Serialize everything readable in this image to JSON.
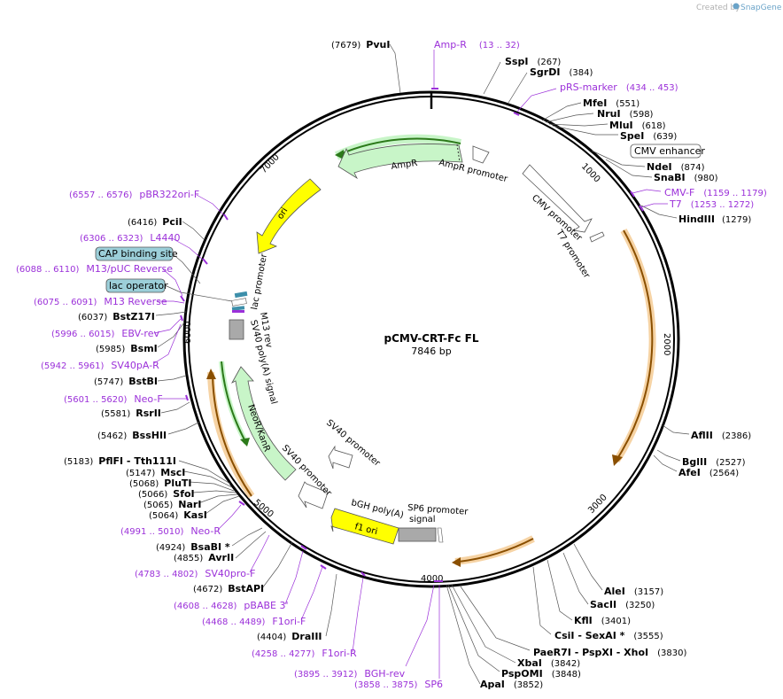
{
  "credit": {
    "created_by": "Created by",
    "brand": "SnapGene"
  },
  "plasmid": {
    "name": "pCMV-CRT-Fc FL",
    "size_label": "7846 bp"
  },
  "ticks": [
    "1000",
    "2000",
    "3000",
    "4000",
    "5000",
    "6000",
    "7000"
  ],
  "enzymes": [
    {
      "name": "PvuI",
      "pos": "(7679)"
    },
    {
      "name": "SspI",
      "pos": "(267)"
    },
    {
      "name": "SgrDI",
      "pos": "(384)"
    },
    {
      "name": "MfeI",
      "pos": "(551)"
    },
    {
      "name": "NruI",
      "pos": "(598)"
    },
    {
      "name": "MluI",
      "pos": "(618)"
    },
    {
      "name": "SpeI",
      "pos": "(639)"
    },
    {
      "name": "NdeI",
      "pos": "(874)"
    },
    {
      "name": "SnaBI",
      "pos": "(980)"
    },
    {
      "name": "HindIII",
      "pos": "(1279)"
    },
    {
      "name": "AflII",
      "pos": "(2386)"
    },
    {
      "name": "BglII",
      "pos": "(2527)"
    },
    {
      "name": "AfeI",
      "pos": "(2564)"
    },
    {
      "name": "AleI",
      "pos": "(3157)"
    },
    {
      "name": "SacII",
      "pos": "(3250)"
    },
    {
      "name": "KflI",
      "pos": "(3401)"
    },
    {
      "name": "CsiI  - SexAI *",
      "pos": "(3555)"
    },
    {
      "name": "PaeR7I  - PspXI  - XhoI",
      "pos": "(3830)"
    },
    {
      "name": "XbaI",
      "pos": "(3842)"
    },
    {
      "name": "PspOMI",
      "pos": "(3848)"
    },
    {
      "name": "ApaI",
      "pos": "(3852)"
    },
    {
      "name": "DraIII",
      "pos": "(4404)"
    },
    {
      "name": "BstAPI",
      "pos": "(4672)"
    },
    {
      "name": "AvrII",
      "pos": "(4855)"
    },
    {
      "name": "BsaBI *",
      "pos": "(4924)"
    },
    {
      "name": "KasI",
      "pos": "(5064)"
    },
    {
      "name": "NarI",
      "pos": "(5065)"
    },
    {
      "name": "SfoI",
      "pos": "(5066)"
    },
    {
      "name": "PluTI",
      "pos": "(5068)"
    },
    {
      "name": "MscI",
      "pos": "(5147)"
    },
    {
      "name": "PflFI  - Tth111I",
      "pos": "(5183)"
    },
    {
      "name": "BssHII",
      "pos": "(5462)"
    },
    {
      "name": "RsrII",
      "pos": "(5581)"
    },
    {
      "name": "BstBI",
      "pos": "(5747)"
    },
    {
      "name": "BsmI",
      "pos": "(5985)"
    },
    {
      "name": "BstZ17I",
      "pos": "(6037)"
    },
    {
      "name": "PciI",
      "pos": "(6416)"
    }
  ],
  "features": [
    {
      "name": "Amp-R",
      "range": "(13 .. 32)"
    },
    {
      "name": "pRS-marker",
      "range": "(434 .. 453)"
    },
    {
      "name": "CMV-F",
      "range": "(1159 .. 1179)"
    },
    {
      "name": "T7",
      "range": "(1253 .. 1272)"
    },
    {
      "name": "pBR322ori-F",
      "range": "(6557 .. 6576)"
    },
    {
      "name": "L4440",
      "range": "(6306 .. 6323)"
    },
    {
      "name": "M13/pUC Reverse",
      "range": "(6088 .. 6110)"
    },
    {
      "name": "M13 Reverse",
      "range": "(6075 .. 6091)"
    },
    {
      "name": "EBV-rev",
      "range": "(5996 .. 6015)"
    },
    {
      "name": "SV40pA-R",
      "range": "(5942 .. 5961)"
    },
    {
      "name": "Neo-F",
      "range": "(5601 .. 5620)"
    },
    {
      "name": "Neo-R",
      "range": "(4991 .. 5010)"
    },
    {
      "name": "SV40pro-F",
      "range": "(4783 .. 4802)"
    },
    {
      "name": "pBABE 3'",
      "range": "(4608 .. 4628)"
    },
    {
      "name": "F1ori-F",
      "range": "(4468 .. 4489)"
    },
    {
      "name": "F1ori-R",
      "range": "(4258 .. 4277)"
    },
    {
      "name": "BGH-rev",
      "range": "(3895 .. 3912)"
    },
    {
      "name": "SP6",
      "range": "(3858 .. 3875)"
    }
  ],
  "boxed_labels": {
    "cmv_enhancer": "CMV enhancer",
    "cap_binding_site": "CAP binding site",
    "lac_operator": "lac operator"
  },
  "inner_features": {
    "ampr": "AmpR",
    "ampr_promoter": "AmpR promoter",
    "cmv_promoter": "CMV promoter",
    "t7_promoter": "T7 promoter",
    "ori": "ori",
    "lac_promoter": "lac promoter",
    "m13_rev": "M13 rev",
    "sv40_polya": "SV40 poly(A) signal",
    "neor_kanr": "NeoR/KanR",
    "sv40_promoter_1": "SV40 promoter",
    "sv40_promoter_2": "SV40 promoter",
    "bgh_polya": "bGH poly(A)",
    "signal": "signal",
    "sp6_promoter": "SP6 promoter",
    "f1_ori": "f1 ori"
  },
  "colors": {
    "feature_primer": "#9b30d9",
    "ampr_fill": "#c8f5c8",
    "ori_fill": "#ffff00",
    "orf_orange": "#e8900a",
    "box_fill": "#9ccfd9"
  }
}
